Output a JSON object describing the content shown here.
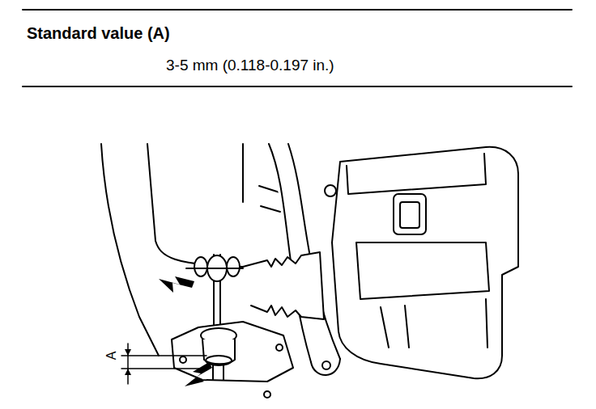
{
  "diagram": {
    "title": "Standard value (A)",
    "labels": [
      "3-5 mm (0.118-0.197 in.)",
      "A"
    ]
  }
}
